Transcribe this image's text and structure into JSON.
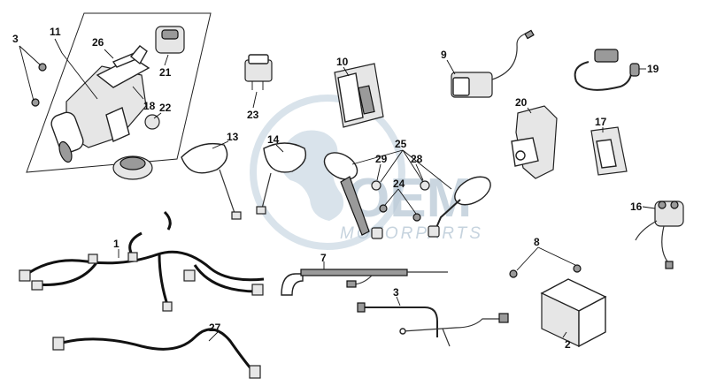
{
  "watermark": {
    "logo_text": "OEM",
    "subtitle": "MOTORPARTS"
  },
  "callouts": {
    "n1": "1",
    "n2": "2",
    "n3a": "3",
    "n3b": "3",
    "n7": "7",
    "n8": "8",
    "n9": "9",
    "n10": "10",
    "n11": "11",
    "n13": "13",
    "n14": "14",
    "n16": "16",
    "n17": "17",
    "n18": "18",
    "n19": "19",
    "n20": "20",
    "n21": "21",
    "n22": "22",
    "n23": "23",
    "n24": "24",
    "n25": "25",
    "n26": "26",
    "n27": "27",
    "n28": "28",
    "n29": "29"
  },
  "colors": {
    "line": "#111111",
    "watermark": "#b9c9d6",
    "part_fill": "#e6e6e6"
  }
}
